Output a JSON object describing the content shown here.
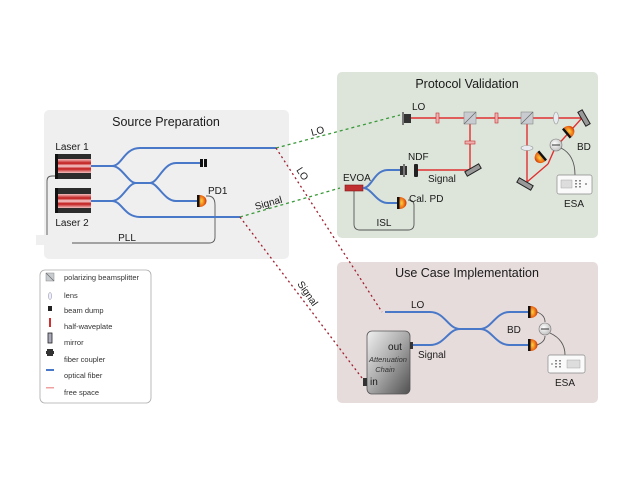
{
  "panels": {
    "source": {
      "title": "Source Preparation",
      "laser1": "Laser 1",
      "laser2": "Laser 2",
      "pd1": "PD1",
      "pll": "PLL"
    },
    "protocol": {
      "title": "Protocol Validation",
      "lo": "LO",
      "ndf": "NDF",
      "signal": "Signal",
      "evoa": "EVOA",
      "cal_pd": "Cal. PD",
      "isl": "ISL",
      "bd": "BD",
      "esa": "ESA"
    },
    "usecase": {
      "title": "Use Case Implementation",
      "lo": "LO",
      "signal": "Signal",
      "out": "out",
      "in": "in",
      "attenuation_line1": "Attenuation",
      "attenuation_line2": "Chain",
      "bd": "BD",
      "esa": "ESA"
    }
  },
  "links": {
    "lo_green": "LO",
    "signal_green": "Signal",
    "lo_red": "LO",
    "signal_red": "Signal"
  },
  "legend": {
    "items": [
      {
        "icon": "polarizing-beamsplitter",
        "label": "polarizing beamsplitter"
      },
      {
        "icon": "lens",
        "label": "lens"
      },
      {
        "icon": "beam-dump",
        "label": "beam dump"
      },
      {
        "icon": "half-waveplate",
        "label": "half-waveplate"
      },
      {
        "icon": "mirror",
        "label": "mirror"
      },
      {
        "icon": "fiber-coupler",
        "label": "fiber coupler"
      },
      {
        "icon": "optical-fiber",
        "label": "optical fiber"
      },
      {
        "icon": "free-space",
        "label": "free space"
      }
    ]
  },
  "colors": {
    "fiber": "#4a78c8",
    "free_space": "#e03030",
    "green_link": "#3a9a3a",
    "red_link": "#a02030",
    "source_bg": "#efefef",
    "protocol_bg": "#dde5da",
    "usecase_bg": "#e6dcdc"
  }
}
